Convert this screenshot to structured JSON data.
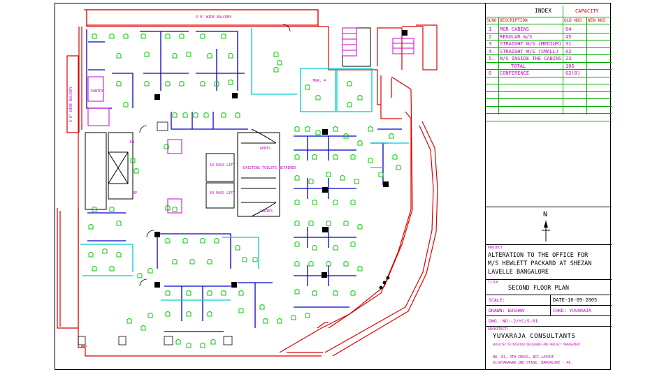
{
  "index": {
    "title": "INDEX",
    "capacity_header": "CAPACITY",
    "columns": [
      "SLNO",
      "DESCRIPTION",
      "OLD NOS",
      "NEW NOS"
    ],
    "rows": [
      {
        "slno": "1",
        "desc": "MGR CABINS",
        "old": "04"
      },
      {
        "slno": "2",
        "desc": "REGULAR W/S",
        "old": "45"
      },
      {
        "slno": "3",
        "desc": "STRAIGHT W/S (MEDIUM)",
        "old": "31"
      },
      {
        "slno": "4.",
        "desc": "STRAIGHT W/S (SMALL)",
        "old": "02"
      },
      {
        "slno": "5.",
        "desc": "W/S INSIDE THE CABINS",
        "old": "23"
      },
      {
        "slno": "",
        "desc": "TOTAL",
        "old": "105"
      },
      {
        "slno": "6",
        "desc": "CONFERENCE",
        "old": "02(8)"
      }
    ]
  },
  "north": "N",
  "project": {
    "label": "PROJECT",
    "lines": [
      "ALTERATION TO THE OFFICE FOR",
      "M/S HEWLETT PACKARD AT SHEZAN",
      "LAVELLE BANGALORE"
    ]
  },
  "title_block": {
    "label": "TITLE",
    "value": "SECOND FLOOR PLAN",
    "scale": "SCALE:",
    "date": "DATE-10-09-2005",
    "drawn": "DRAWN: BUSHAN",
    "checked": "CHKD: YUVARAJA",
    "dwg_no": "DWG. NO:-J/YC/S-01"
  },
  "architect": {
    "label": "ARCHITECT:-",
    "name": "YUVARAJA CONSULTANTS",
    "tagline": "ARCHITECTS/INTERIOR DESIGNERS AND PROJECT MANAGEMENT",
    "address1": "NO. 81, 4th CROSS, BCC LAYOUT",
    "address2": "VIJAYANAGAR 2nd STAGE, BANGALORE - 40."
  },
  "plan_labels": {
    "balcony_top": "4'0\" WIDE BALCONY",
    "balcony_left": "5'0\" WIDE BALCONY",
    "pantry": "PANTRY",
    "cabin": "MGR. 4",
    "lift1": "10 PASS LIFT",
    "lift2": "10 PASS LIFT",
    "toilets": "EXISTING TOILETS RETAINED",
    "gents": "GENTS",
    "ladies": "LADIES",
    "up": "UP",
    "dn": "DN"
  },
  "colors": {
    "wall": "#dd0000",
    "partition": "#0000cc",
    "furniture": "#00cc00",
    "glass": "#00cccc",
    "text": "#cc00cc"
  }
}
